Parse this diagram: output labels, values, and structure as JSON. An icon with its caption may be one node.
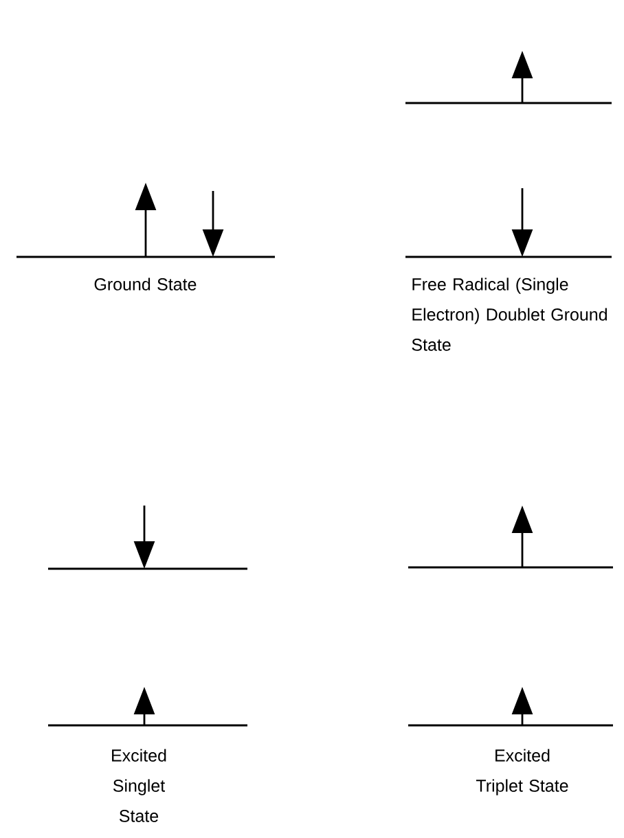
{
  "diagram": {
    "labels": [
      "Ground State",
      "Free Radical (Single Electron) Doublet Ground State",
      "Excited Singlet State",
      "Excited Triplet State"
    ]
  }
}
